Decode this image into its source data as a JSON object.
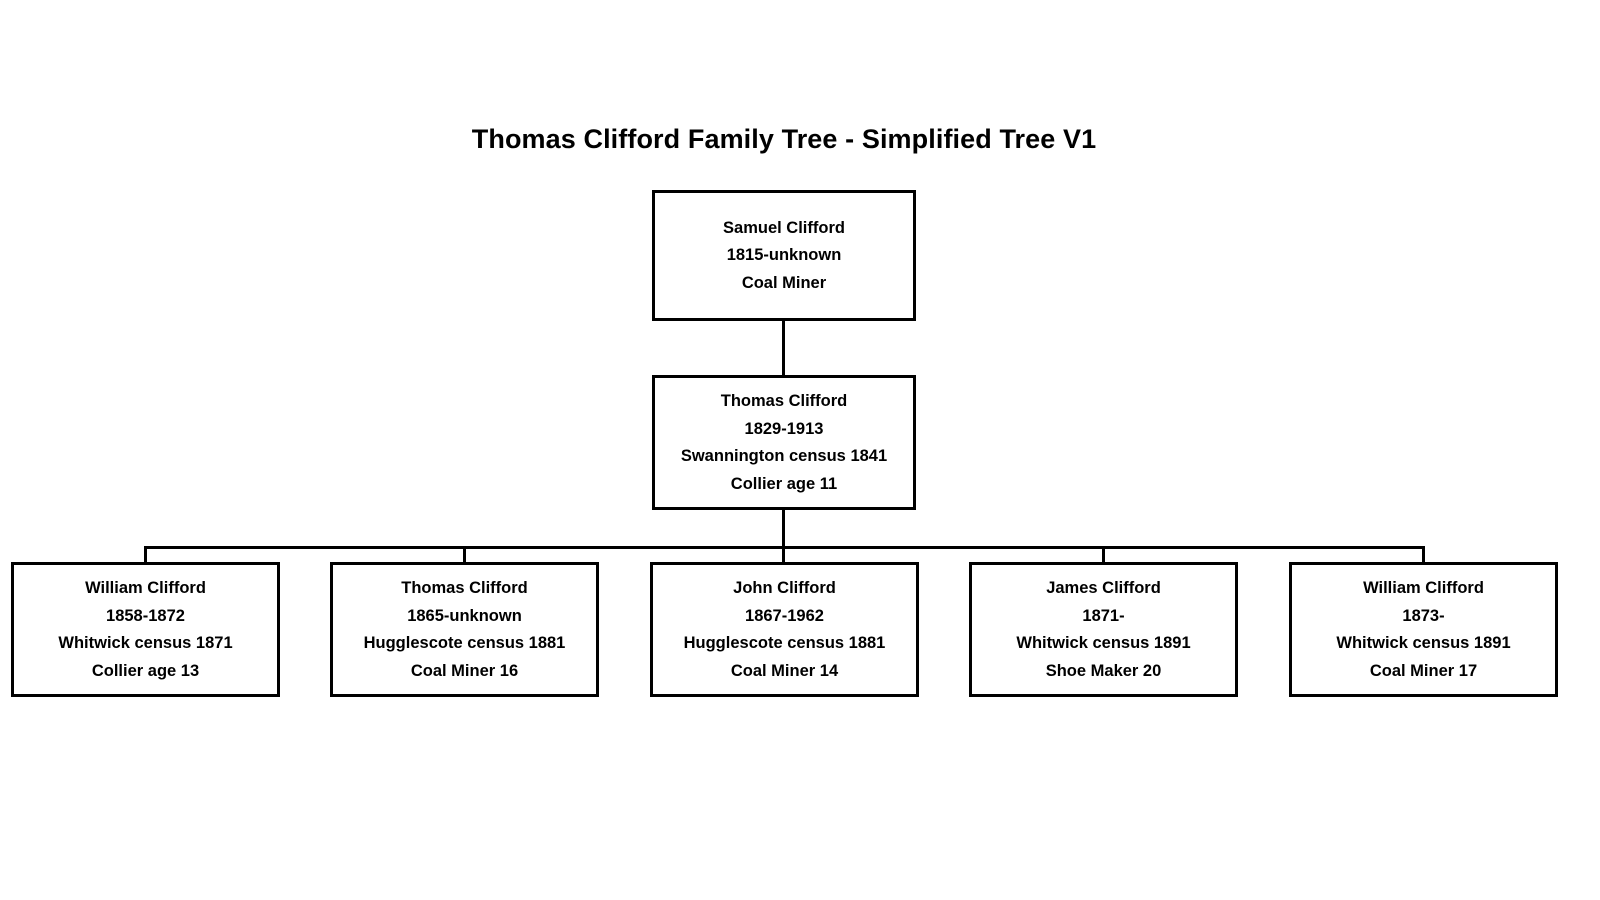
{
  "title": "Thomas Clifford Family Tree - Simplified Tree V1",
  "colors": {
    "background": "#ffffff",
    "box_border": "#000000",
    "text": "#000000",
    "connector": "#000000"
  },
  "chart_data": {
    "type": "diagram",
    "diagram_type": "family-tree",
    "title": "Thomas Clifford Family Tree - Simplified Tree V1",
    "generations": 3,
    "nodes": [
      {
        "id": "samuel-clifford",
        "generation": 1,
        "name": "Samuel Clifford",
        "dates": "1815-unknown",
        "census": "",
        "occupation": "Coal Miner"
      },
      {
        "id": "thomas-clifford",
        "generation": 2,
        "name": "Thomas Clifford",
        "dates": "1829-1913",
        "census": "Swannington census 1841",
        "occupation": "Collier age 11"
      },
      {
        "id": "william-clifford-1858",
        "generation": 3,
        "name": "William Clifford",
        "dates": "1858-1872",
        "census": "Whitwick census 1871",
        "occupation": "Collier age 13"
      },
      {
        "id": "thomas-clifford-1865",
        "generation": 3,
        "name": "Thomas Clifford",
        "dates": "1865-unknown",
        "census": "Hugglescote census 1881",
        "occupation": "Coal Miner 16"
      },
      {
        "id": "john-clifford-1867",
        "generation": 3,
        "name": "John Clifford",
        "dates": "1867-1962",
        "census": "Hugglescote census 1881",
        "occupation": "Coal Miner 14"
      },
      {
        "id": "james-clifford-1871",
        "generation": 3,
        "name": "James Clifford",
        "dates": "1871-",
        "census": "Whitwick census 1891",
        "occupation": "Shoe Maker 20"
      },
      {
        "id": "william-clifford-1873",
        "generation": 3,
        "name": "William Clifford",
        "dates": "1873-",
        "census": "Whitwick census 1891",
        "occupation": "Coal Miner 17"
      }
    ],
    "edges": [
      {
        "from": "samuel-clifford",
        "to": "thomas-clifford"
      },
      {
        "from": "thomas-clifford",
        "to": "william-clifford-1858"
      },
      {
        "from": "thomas-clifford",
        "to": "thomas-clifford-1865"
      },
      {
        "from": "thomas-clifford",
        "to": "john-clifford-1867"
      },
      {
        "from": "thomas-clifford",
        "to": "james-clifford-1871"
      },
      {
        "from": "thomas-clifford",
        "to": "william-clifford-1873"
      }
    ]
  },
  "tree": {
    "root": {
      "name": "Samuel Clifford",
      "dates": "1815-unknown",
      "occupation": "Coal Miner"
    },
    "gen2": {
      "name": "Thomas Clifford",
      "dates": "1829-1913",
      "census": "Swannington census 1841",
      "occupation": "Collier age 11"
    },
    "children": [
      {
        "name": "William Clifford",
        "dates": "1858-1872",
        "census": "Whitwick census 1871",
        "occupation": "Collier age 13"
      },
      {
        "name": "Thomas Clifford",
        "dates": "1865-unknown",
        "census": "Hugglescote census 1881",
        "occupation": "Coal Miner 16"
      },
      {
        "name": "John Clifford",
        "dates": "1867-1962",
        "census": "Hugglescote census 1881",
        "occupation": "Coal Miner 14"
      },
      {
        "name": "James Clifford",
        "dates": "1871-",
        "census": "Whitwick census 1891",
        "occupation": "Shoe Maker 20"
      },
      {
        "name": "William Clifford",
        "dates": "1873-",
        "census": "Whitwick census 1891",
        "occupation": "Coal Miner 17"
      }
    ]
  }
}
